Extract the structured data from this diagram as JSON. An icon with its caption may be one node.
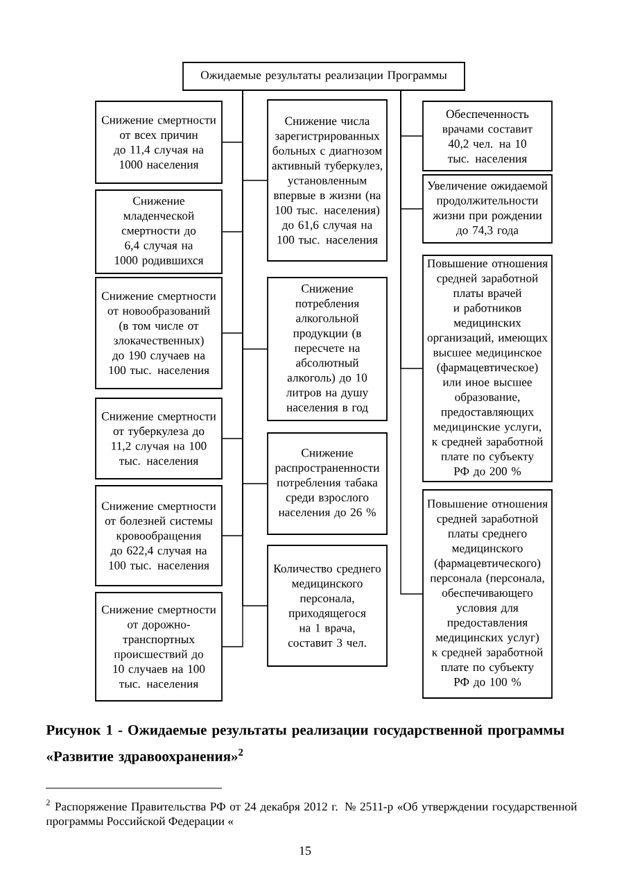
{
  "diagram": {
    "caption": "Рисунок 1 - Ожидаемые результаты реализации государственной программы «Развитие здравоохранения»$^{2}$",
    "nodes": [
      {
        "text": [
          "Ожидаемые результаты реализации Программы"
        ]
      },
      {
        "text": [
          "Снижение смертности от всех причин до 11,4 случая на 1000 населения"
        ]
      },
      {
        "text": [
          "Снижение младенческой смертности до 6,4 случая на 1000 родившихся"
        ]
      },
      {
        "text": [
          "Снижение смертности от новообразований (в том числе от злокачественных) до 190 случаев на 100 тыс. населения"
        ]
      },
      {
        "text": [
          "Снижение смертности от туберкулеза до 11,2 случая на 100 тыс. населения"
        ]
      },
      {
        "text": [
          "Снижение смертности от болезней системы кровообращения до 622,4 случая на 100 тыс. населения"
        ]
      },
      {
        "text": [
          "Снижение смертности от дорожно-транспортных происшествий до 10 случаев на 100 тыс. населения"
        ]
      },
      {
        "text": [
          "Снижение числа зарегистрированных больных с диагнозом активный туберкулез, установленным впервые в жизни (на 100 тыс. населения) до 61,6 случая на 100 тыс. населения"
        ]
      },
      {
        "text": [
          "Снижение потребления алкогольной продукции (в пересчете на абсолютный алкоголь) до 10 литров на душу населения в год"
        ]
      },
      {
        "text": [
          "Снижение распространенности потребления табака среди взрослого населения до 26 %"
        ]
      },
      {
        "text": [
          "Количество среднего медицинского персонала, приходящегося на 1 врача, составит 3 чел."
        ]
      },
      {
        "text": [
          "Обеспеченность врачами составит 40,2 чел. на 10 тыс. населения"
        ]
      },
      {
        "text": [
          "Увеличение ожидаемой продолжительности жизни при рождении до 74,3 года"
        ]
      },
      {
        "text": [
          "Повышение отношения средней заработной платы врачей и работников медицинских организаций, имеющих высшее медицинское (фармацевтическое) или иное высшее образование, предоставляющих медицинские услуги, к средней заработной плате по субъекту РФ до 200 %"
        ]
      },
      {
        "text": [
          "Повышение отношения средней заработной платы среднего медицинского (фармацевтического) персонала (персонала, обеспечивающего условия для предоставления медицинских услуг) к средней заработной плате по субъекту РФ до 100 %"
        ]
      }
    ],
    "edges": [
      {
        "from": 0,
        "to": 1,
        "arrow": "none"
      },
      {
        "from": 0,
        "to": 2,
        "arrow": "none"
      },
      {
        "from": 0,
        "to": 3,
        "arrow": "none"
      },
      {
        "from": 0,
        "to": 4,
        "arrow": "none"
      },
      {
        "from": 0,
        "to": 5,
        "arrow": "none"
      },
      {
        "from": 0,
        "to": 6,
        "arrow": "none"
      },
      {
        "from": 0,
        "to": 7,
        "arrow": "none"
      },
      {
        "from": 0,
        "to": 8,
        "arrow": "none"
      },
      {
        "from": 0,
        "to": 9,
        "arrow": "none"
      },
      {
        "from": 0,
        "to": 10,
        "arrow": "none"
      },
      {
        "from": 0,
        "to": 11,
        "arrow": "none"
      },
      {
        "from": 0,
        "to": 12,
        "arrow": "none"
      },
      {
        "from": 0,
        "to": 13,
        "arrow": "none"
      },
      {
        "from": 0,
        "to": 14,
        "arrow": "none"
      }
    ],
    "labels": [
      "$^{2}$ Распоряжение Правительства РФ от 24 декабря 2012 г. № 2511-р «Об утверждении государственной программы Российской Федерации «",
      "15"
    ]
  }
}
